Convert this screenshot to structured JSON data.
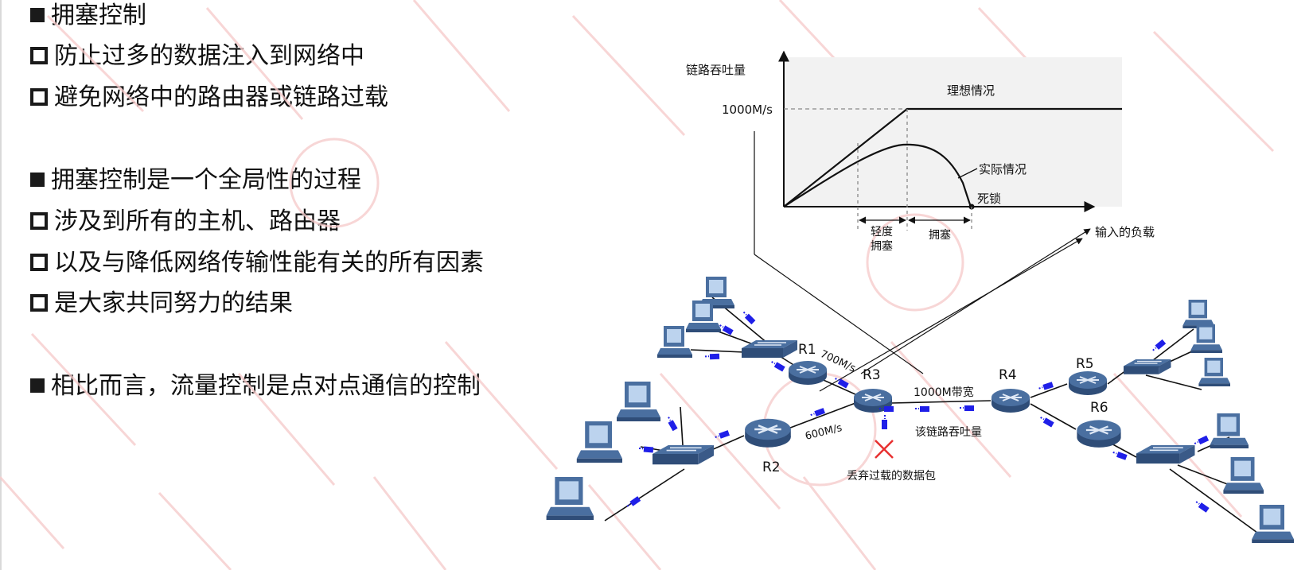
{
  "bullets": [
    {
      "type": "solid",
      "text": "拥塞控制"
    },
    {
      "type": "hollow",
      "text": "防止过多的数据注入到网络中"
    },
    {
      "type": "hollow",
      "text": "避免网络中的路由器或链路过载"
    },
    {
      "type": "solid",
      "text": "拥塞控制是一个全局性的过程"
    },
    {
      "type": "hollow",
      "text": "涉及到所有的主机、路由器"
    },
    {
      "type": "hollow",
      "text": "以及与降低网络传输性能有关的所有因素"
    },
    {
      "type": "hollow",
      "text": "是大家共同努力的结果"
    },
    {
      "type": "solid",
      "text": "相比而言，流量控制是点对点通信的控制"
    }
  ],
  "graph": {
    "y_axis_label": "链路吞吐量",
    "x_axis_label": "输入的负载",
    "y_tick": "1000M/s",
    "ideal_label": "理想情况",
    "actual_label": "实际情况",
    "deadlock_label": "死锁",
    "mild_label_line1": "轻度",
    "mild_label_line2": "拥塞",
    "congestion_label": "拥塞"
  },
  "network": {
    "routers": [
      "R1",
      "R2",
      "R3",
      "R4",
      "R5",
      "R6"
    ],
    "link_r1_r3": "700M/s",
    "link_r2_r3": "600M/s",
    "link_r3_r4": "1000M带宽",
    "throughput_label": "该链路吞吐量",
    "drop_label": "丢弃过载的数据包"
  },
  "colors": {
    "device": "#4a6fa0",
    "device_dark": "#2f4d78",
    "screen": "#bcd3ee",
    "packet": "#1f1fe8",
    "drop_mark": "#e83030",
    "plot_bg": "#f2f2f2"
  }
}
